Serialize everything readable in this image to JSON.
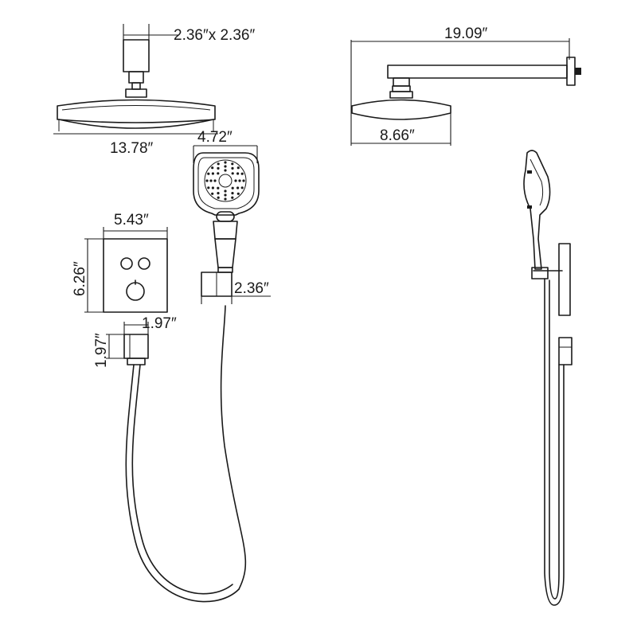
{
  "labels": {
    "shower_arm_square": "2.36″x 2.36″",
    "arm_length": "19.09″",
    "head_diameter_front": "13.78″",
    "head_diameter_side": "8.66″",
    "handheld_width": "4.72″",
    "valve_width": "5.43″",
    "valve_height": "6.26″",
    "holder_size": "2.36″",
    "elbow_width": "1.97″",
    "elbow_height": "1.97″"
  },
  "colors": {
    "line": "#1a1a1a",
    "background": "#ffffff"
  }
}
